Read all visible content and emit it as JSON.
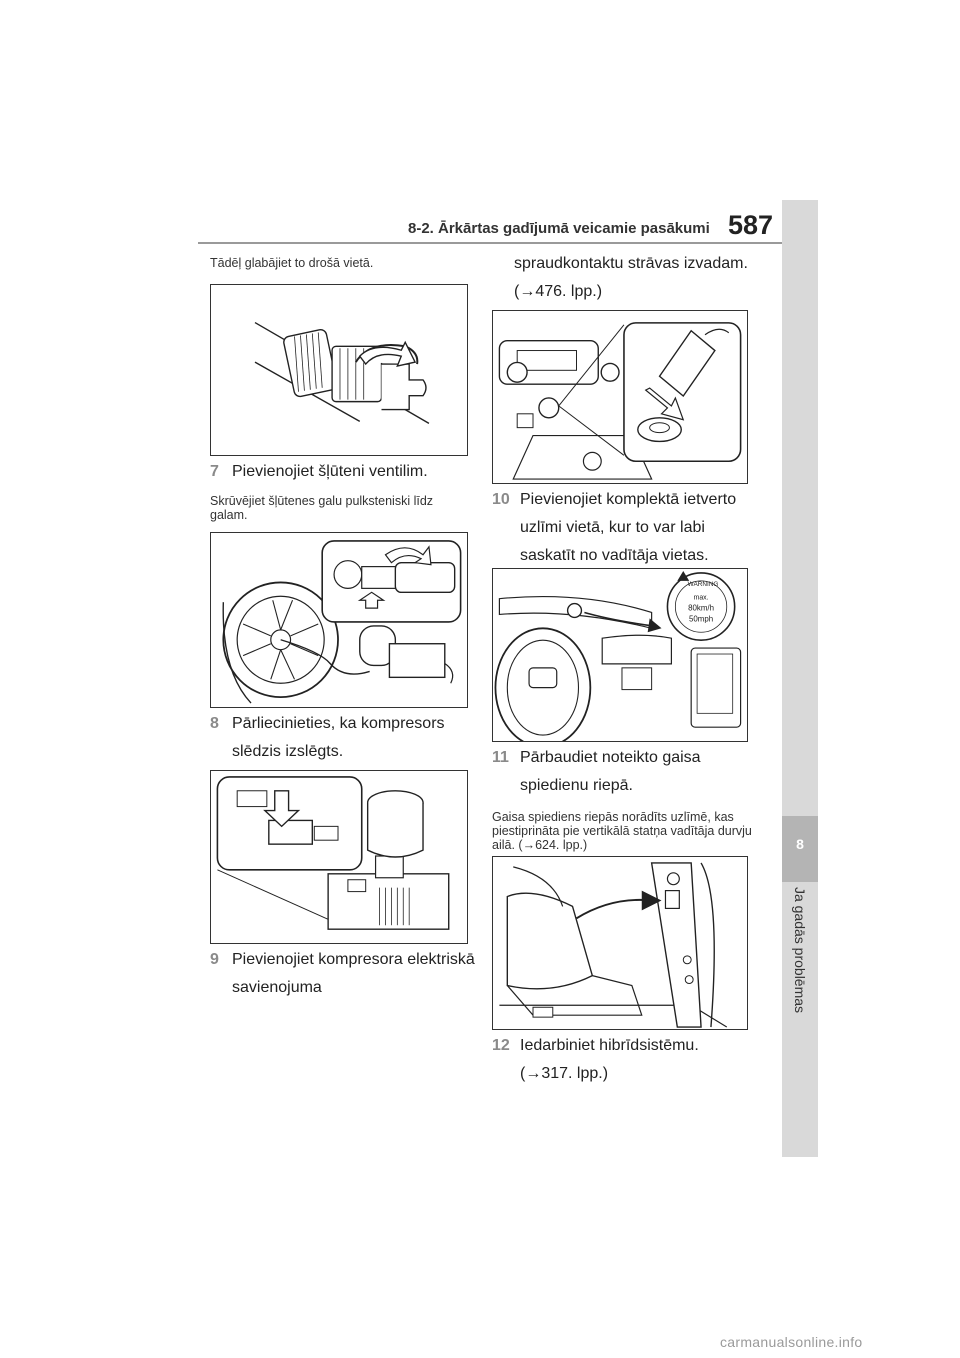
{
  "header": {
    "section": "8-2. Ārkārtas gadījumā veicamie pasākumi",
    "page_number": "587"
  },
  "side_tab": {
    "number": "8",
    "label": "Ja gadās problēmas"
  },
  "left": {
    "intro_note": "Tādēļ glabājiet to drošā vietā.",
    "step7": {
      "num": "7",
      "text": "Pievienojiet šļūteni ventilim."
    },
    "step7_note": "Skrūvējiet šļūtenes galu pulksteniski līdz galam.",
    "step8": {
      "num": "8",
      "text": "Pārliecinieties, ka kompresors slēdzis izslēgts."
    },
    "step9": {
      "num": "9",
      "text": "Pievienojiet kompresora elektriskā savienojuma"
    }
  },
  "right": {
    "cont_text": "spraudkontaktu strāvas izvadam. (→476. lpp.)",
    "step10": {
      "num": "10",
      "text": "Pievienojiet komplektā ietverto uzlīmi vietā, kur to var labi saskatīt no vadītāja vietas."
    },
    "step11": {
      "num": "11",
      "text": "Pārbaudiet noteikto gaisa spiedienu riepā."
    },
    "step11_note": "Gaisa spiediens riepās norādīts uzlīmē, kas piestiprināta pie vertikālā statņa vadītāja durvju ailā. (→624. lpp.)",
    "step12": {
      "num": "12",
      "text": "Iedarbiniet hibrīdsistēmu. (→317. lpp.)"
    }
  },
  "sticker": {
    "brand_top": "WARNING",
    "line1": "max.",
    "line2": "80km/h",
    "line3": "50mph"
  },
  "footer": {
    "watermark": "carmanualsonline.info"
  }
}
